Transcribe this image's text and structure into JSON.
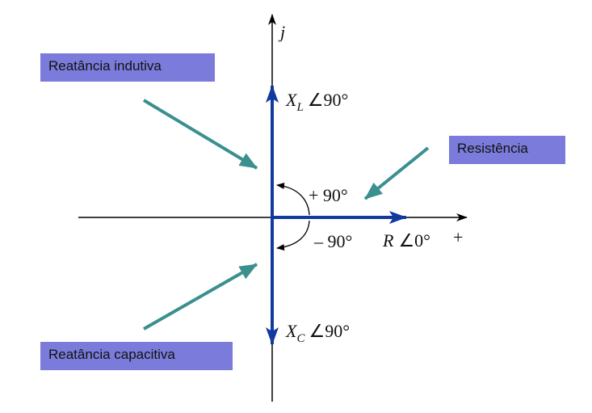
{
  "labels": {
    "indutiva": "Reatância indutiva",
    "resistencia": "Resistência",
    "capacitiva": "Reatância capacitiva"
  },
  "axes": {
    "j": "j",
    "plus": "+"
  },
  "phasors": {
    "xl": {
      "symbol": "X",
      "sub": "L",
      "angle": "∠90°"
    },
    "xc": {
      "symbol": "X",
      "sub": "C",
      "angle": "∠90°"
    },
    "r": {
      "symbol": "R",
      "angle": "∠0°"
    }
  },
  "angles": {
    "pos": "+ 90°",
    "neg": "– 90°"
  },
  "colors": {
    "phasor": "#123a9e",
    "pointer": "#3a8f8f",
    "box": "#7b7bdb",
    "axis": "#000000"
  }
}
